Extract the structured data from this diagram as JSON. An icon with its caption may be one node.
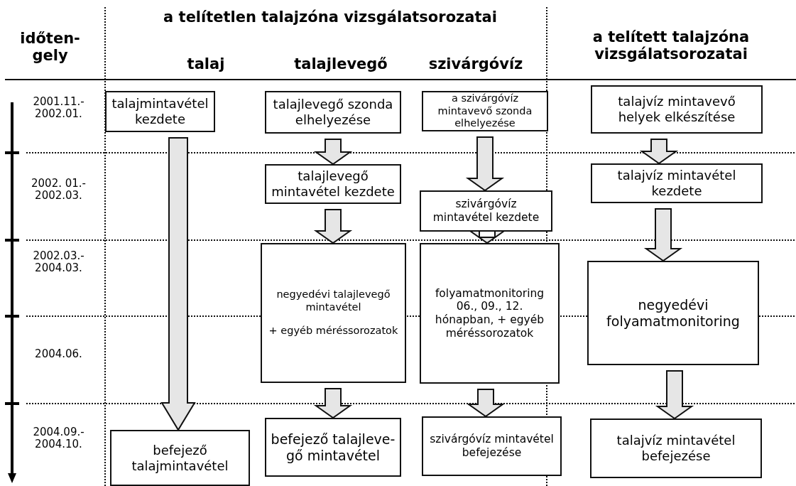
{
  "diagram": {
    "nodes": [
      {
        "text": [
          "talajmintavétel kezdete"
        ]
      },
      {
        "text": [
          "talajlevegő szonda elhelyezése"
        ]
      },
      {
        "text": [
          "a szivárgóvíz mintavevő szonda elhelyezése"
        ]
      },
      {
        "text": [
          "talajvíz mintavevő helyek elkészítése"
        ]
      },
      {
        "text": [
          "talajlevegő mintavétel kezdete"
        ]
      },
      {
        "text": [
          "talajvíz mintavétel kezdete"
        ]
      },
      {
        "text": [
          "szivárgóvíz mintavétel kezdete"
        ]
      },
      {
        "text": [
          "negyedévi talajlevegő mintavétel",
          "+ egyéb méréssorozatok"
        ]
      },
      {
        "text": [
          "folyamatmonitoring 06., 09., 12. hónapban, + egyéb méréssorozatok"
        ]
      },
      {
        "text": [
          "negyedévi folyamatmonitoring"
        ]
      },
      {
        "text": [
          "befejező talajleve- gő mintavétel"
        ]
      },
      {
        "text": [
          "szivárgóvíz mintavétel befejezése"
        ]
      },
      {
        "text": [
          "talajvíz mintavétel befejezése"
        ]
      },
      {
        "text": [
          "befejező talajmintavétel"
        ]
      }
    ],
    "edges": [
      {
        "from": 0,
        "to": 13,
        "arrow": "to"
      },
      {
        "from": 1,
        "to": 4,
        "arrow": "to"
      },
      {
        "from": 4,
        "to": 7,
        "arrow": "to"
      },
      {
        "from": 7,
        "to": 10,
        "arrow": "to"
      },
      {
        "from": 2,
        "to": 6,
        "arrow": "to"
      },
      {
        "from": 6,
        "to": 8,
        "arrow": "to"
      },
      {
        "from": 8,
        "to": 11,
        "arrow": "to"
      },
      {
        "from": 3,
        "to": 5,
        "arrow": "to"
      },
      {
        "from": 5,
        "to": 9,
        "arrow": "to"
      },
      {
        "from": 9,
        "to": 12,
        "arrow": "to"
      }
    ],
    "labels": [
      "a telítetlen talajzóna vizsgálatsorozatai",
      "időten- gely",
      "a telített talajzóna vizsgálatsorozatai",
      "talaj",
      "talajlevegő",
      "szivárgóvíz",
      "2001.11.- 2002.01.",
      "2002. 01.- 2002.03.",
      "2002.03.- 2004.03.",
      "2004.06.",
      "2004.09.- 2004.10."
    ]
  }
}
